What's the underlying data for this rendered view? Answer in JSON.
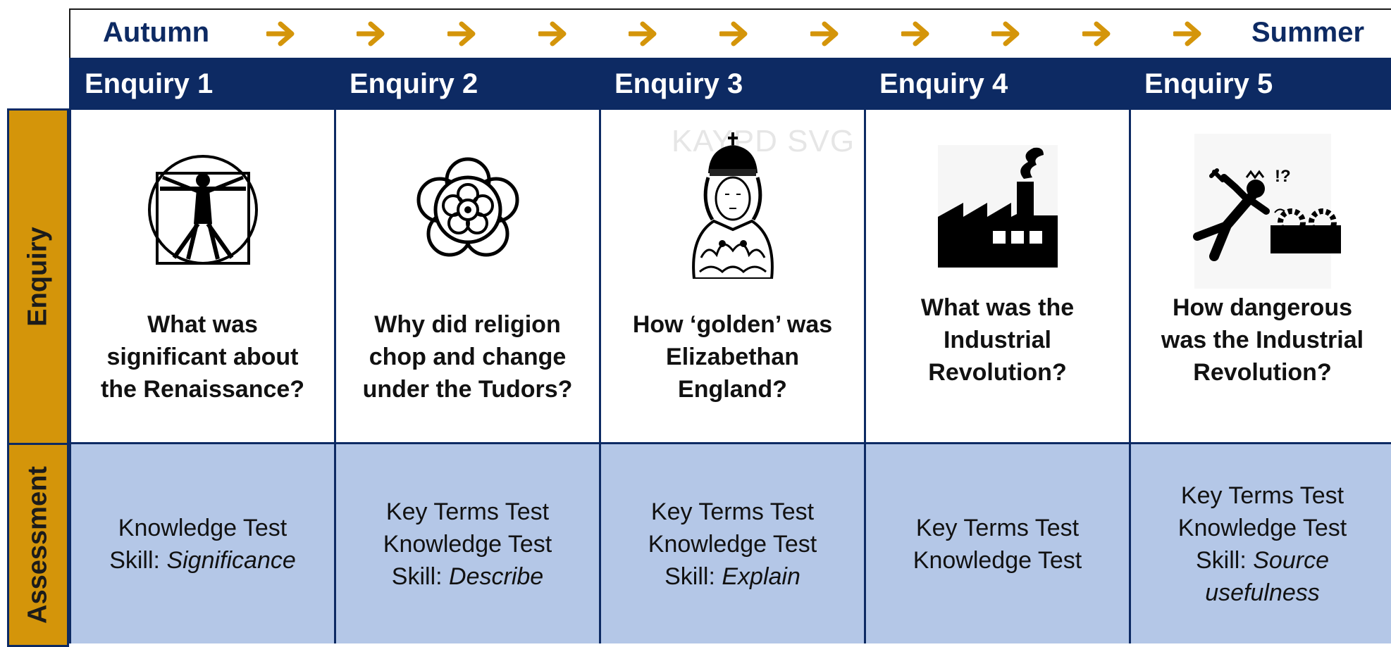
{
  "timeline": {
    "start": "Autumn",
    "end": "Summer",
    "arrow_color": "#d4950a"
  },
  "side_labels": {
    "enquiry": "Enquiry",
    "assessment": "Assessment"
  },
  "colors": {
    "navy": "#0d2a63",
    "gold": "#d4950a",
    "assessment_bg": "#b4c7e7"
  },
  "columns": [
    {
      "header": "Enquiry 1",
      "icon": "vitruvian-man-icon",
      "question": [
        "What was",
        "significant about",
        "the Renaissance?"
      ],
      "assessment": {
        "lines": [
          "Knowledge Test"
        ],
        "skill_prefix": "Skill:",
        "skill": [
          "Significance"
        ]
      }
    },
    {
      "header": "Enquiry 2",
      "icon": "tudor-rose-icon",
      "question": [
        "Why did religion",
        "chop and change",
        "under the Tudors?"
      ],
      "assessment": {
        "lines": [
          "Key Terms Test",
          "Knowledge Test"
        ],
        "skill_prefix": "Skill:",
        "skill": [
          "Describe"
        ]
      }
    },
    {
      "header": "Enquiry 3",
      "icon": "queen-elizabeth-icon",
      "watermark": "KAYPD SVG",
      "question": [
        "How ‘golden’ was",
        "Elizabethan",
        "England?"
      ],
      "assessment": {
        "lines": [
          "Key Terms Test",
          "Knowledge Test"
        ],
        "skill_prefix": "Skill:",
        "skill": [
          "Explain"
        ]
      }
    },
    {
      "header": "Enquiry 4",
      "icon": "factory-icon",
      "question": [
        "What was the",
        "Industrial",
        "Revolution?"
      ],
      "assessment": {
        "lines": [
          "Key Terms Test",
          "Knowledge Test"
        ],
        "skill_prefix": "",
        "skill": []
      }
    },
    {
      "header": "Enquiry 5",
      "icon": "machine-accident-icon",
      "question": [
        "How dangerous",
        "was the Industrial",
        "Revolution?"
      ],
      "assessment": {
        "lines": [
          "Key Terms Test",
          "Knowledge Test"
        ],
        "skill_prefix": "Skill:",
        "skill": [
          "Source",
          "usefulness"
        ]
      }
    }
  ]
}
